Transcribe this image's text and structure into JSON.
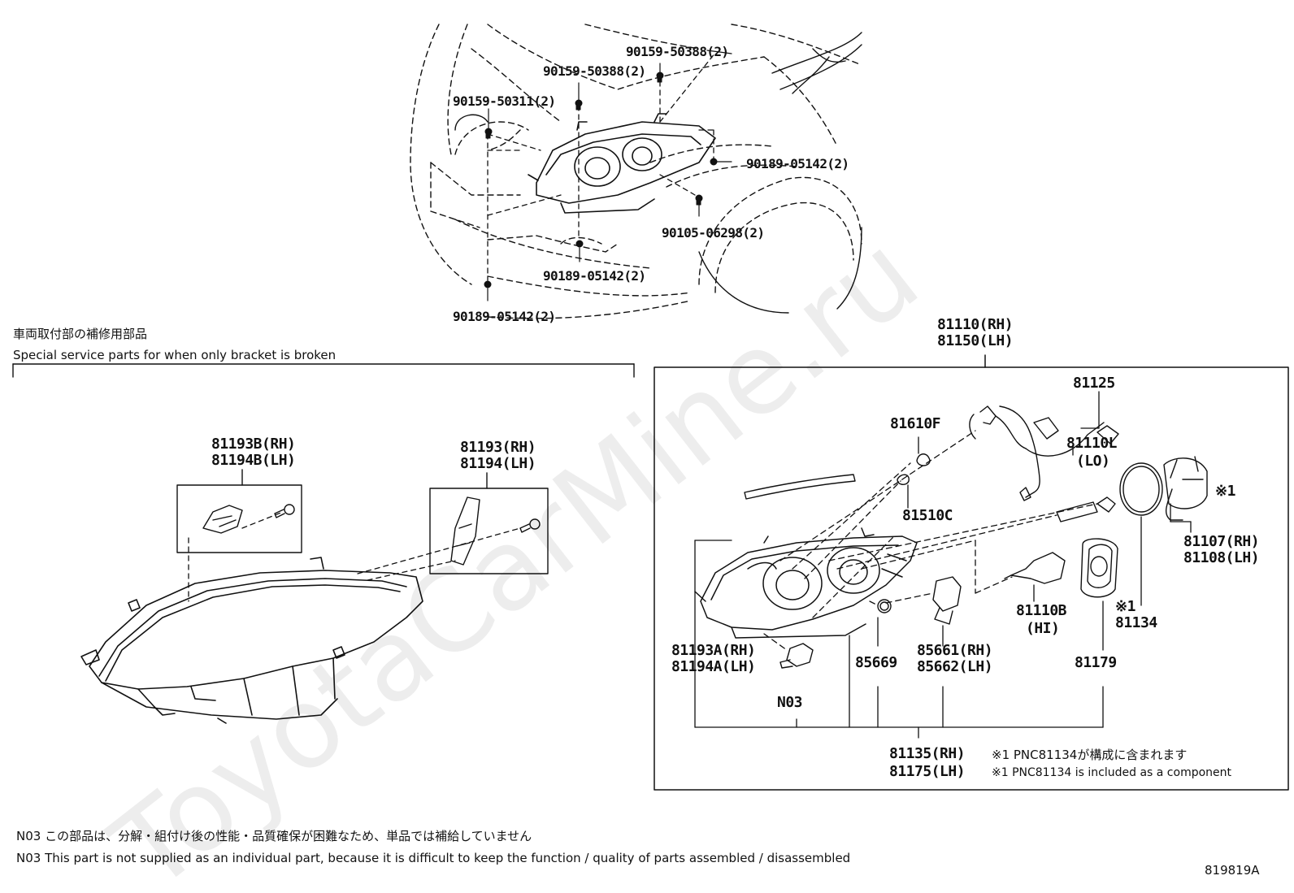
{
  "watermark": "ToyotaCarMine.ru",
  "top_labels": {
    "b1": "90159-50388(2)",
    "b2": "90159-50388(2)",
    "b3": "90159-50311(2)",
    "b4": "90189-05142(2)",
    "b5": "90105-06298(2)",
    "b6": "90189-05142(2)",
    "b7": "90189-05142(2)"
  },
  "service_section": {
    "title_jp": "車両取付部の補修用部品",
    "title_en": "Special service parts for when only bracket is broken",
    "part_a_rh": "81193B(RH)",
    "part_a_lh": "81194B(LH)",
    "part_b_rh": "81193(RH)",
    "part_b_lh": "81194(LH)"
  },
  "assembly": {
    "main_rh": "81110(RH)",
    "main_lh": "81150(LH)",
    "p81125": "81125",
    "p81610f": "81610F",
    "p81110l": "81110L",
    "p81110l_sub": "(LO)",
    "p81510c": "81510C",
    "note_mark1": "※1",
    "p81107": "81107(RH)",
    "p81108": "81108(LH)",
    "p81193a": "81193A(RH)",
    "p81194a": "81194A(LH)",
    "p81110b": "81110B",
    "p81110b_sub": "(HI)",
    "note_mark2": "※1",
    "p81134": "81134",
    "p85669": "85669",
    "p85661": "85661(RH)",
    "p85662": "85662(LH)",
    "p81179": "81179",
    "n03": "N03",
    "p81135": "81135(RH)",
    "p81175": "81175(LH)",
    "note_jp": "※1 PNC81134が構成に含まれます",
    "note_en": "※1 PNC81134 is included as a component"
  },
  "footnotes": {
    "jp": "N03 この部品は、分解・組付け後の性能・品質確保が困難なため、単品では補給していません",
    "en": "N03 This part is not supplied as an individual part, because it is difficult to keep the function / quality of parts assembled / disassembled"
  },
  "figure_id": "819819A"
}
